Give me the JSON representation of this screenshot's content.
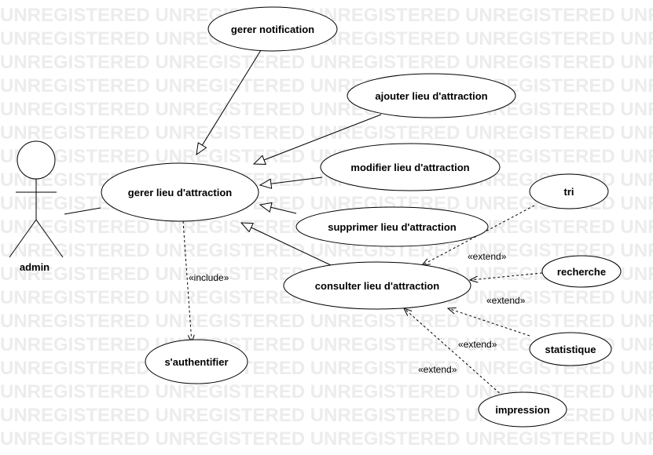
{
  "watermark": "UNREGISTERED UNREGISTERED UNREGISTERED UNREGISTERED UNREGISTERED",
  "actor": {
    "name": "admin"
  },
  "usecases": {
    "gerer_notification": "gerer notification",
    "ajouter": "ajouter lieu d'attraction",
    "modifier": "modifier lieu d'attraction",
    "gerer_lieu": "gerer lieu d'attraction",
    "supprimer": "supprimer lieu d'attraction",
    "consulter": "consulter lieu d'attraction",
    "authentifier": "s'authentifier",
    "tri": "tri",
    "recherche": "recherche",
    "statistique": "statistique",
    "impression": "impression"
  },
  "stereotypes": {
    "include": "«include»",
    "extend_tri": "«extend»",
    "extend_recherche": "«extend»",
    "extend_statistique": "«extend»",
    "extend_impression": "«extend»"
  }
}
